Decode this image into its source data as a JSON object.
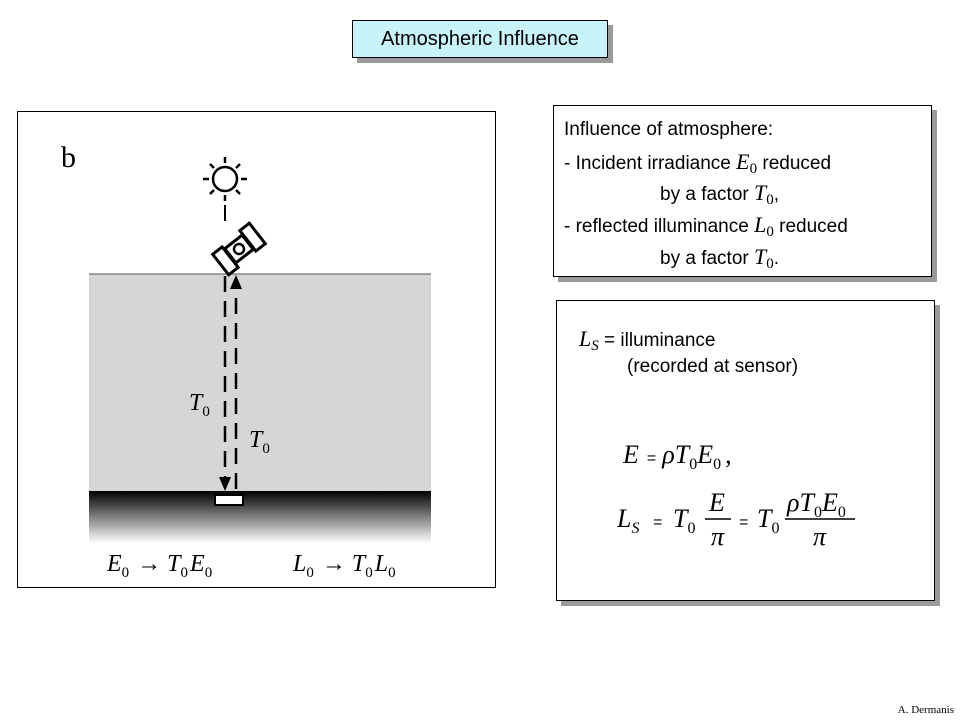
{
  "title": "Atmospheric Influence",
  "figure": {
    "panel_label": "b",
    "left_transmittance": "T",
    "left_transmittance_sub": "0",
    "right_transmittance": "T",
    "right_transmittance_sub": "0",
    "bottom_left_formula": {
      "E": "E",
      "s0": "0",
      "arrow": "→",
      "T": "T",
      "s1": "0",
      "E2": "E",
      "s2": "0"
    },
    "bottom_right_formula": {
      "L": "L",
      "s0": "0",
      "arrow": "→",
      "T": "T",
      "s1": "0",
      "L2": "L",
      "s2": "0"
    }
  },
  "box1": {
    "heading": "Influence of atmosphere:",
    "line1_prefix": "- Incident irradiance ",
    "line1_var": "E",
    "line1_sub": "0",
    "line1_suffix": " reduced",
    "line2_prefix": "by a factor ",
    "line2_var": "T",
    "line2_sub": "0",
    "line2_suffix": ",",
    "line3_prefix": "- reflected illuminance ",
    "line3_var": "L",
    "line3_sub": "0",
    "line3_suffix": " reduced",
    "line4_prefix": "by a factor ",
    "line4_var": "T",
    "line4_sub": "0",
    "line4_suffix": "."
  },
  "box2": {
    "var": "L",
    "sub": "S",
    "definition": " = illuminance",
    "note": "(recorded at sensor)",
    "eq1": {
      "E": "E",
      "eq": "=",
      "rho": "ρ",
      "T": "T",
      "s0": "0",
      "E0": "E",
      "s1": "0",
      "comma": ","
    },
    "eq2": {
      "L": "L",
      "S": "S",
      "eq1": "=",
      "T": "T",
      "s0": "0",
      "frac1_num": "E",
      "frac1_den": "π",
      "eq2": "=",
      "T2": "T",
      "s1": "0",
      "frac2_num_rho": "ρ",
      "frac2_num_T": "T",
      "frac2_num_s0": "0",
      "frac2_num_E": "E",
      "frac2_num_s1": "0",
      "frac2_den": "π"
    }
  },
  "credit": "A. Dermanis"
}
